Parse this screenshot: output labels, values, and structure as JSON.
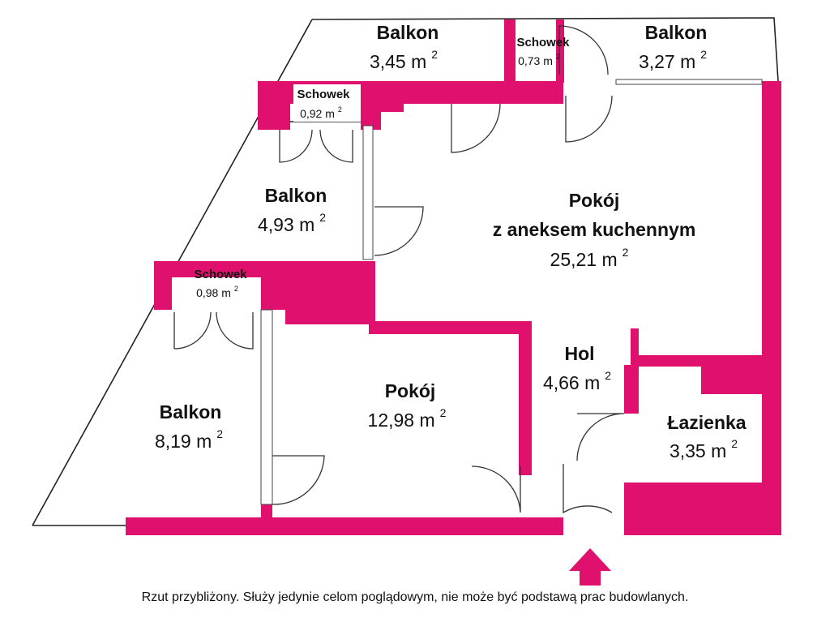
{
  "accent_color": "#e0106e",
  "rooms": {
    "balkon_top_left": {
      "name": "Balkon",
      "area": "3,45 m",
      "sup": "2"
    },
    "schowek_top": {
      "name": "Schowek",
      "area": "0,73 m",
      "sup": "2"
    },
    "balkon_top_right": {
      "name": "Balkon",
      "area": "3,27 m",
      "sup": "2"
    },
    "schowek_upper": {
      "name": "Schowek",
      "area": "0,92 m",
      "sup": "2"
    },
    "balkon_middle": {
      "name": "Balkon",
      "area": "4,93 m",
      "sup": "2"
    },
    "pokoj_kitchen": {
      "name_line1": "Pokój",
      "name_line2": "z aneksem kuchennym",
      "area": "25,21 m",
      "sup": "2"
    },
    "schowek_lower": {
      "name": "Schowek",
      "area": "0,98 m",
      "sup": "2"
    },
    "hol": {
      "name": "Hol",
      "area": "4,66 m",
      "sup": "2"
    },
    "pokoj": {
      "name": "Pokój",
      "area": "12,98 m",
      "sup": "2"
    },
    "balkon_bottom": {
      "name": "Balkon",
      "area": "8,19 m",
      "sup": "2"
    },
    "lazienka": {
      "name": "Łazienka",
      "area": "3,35 m",
      "sup": "2"
    }
  },
  "entrance_icon": "arrow-up-icon",
  "disclaimer": "Rzut przybliżony. Służy jedynie celom poglądowym, nie może być podstawą prac budowlanych."
}
